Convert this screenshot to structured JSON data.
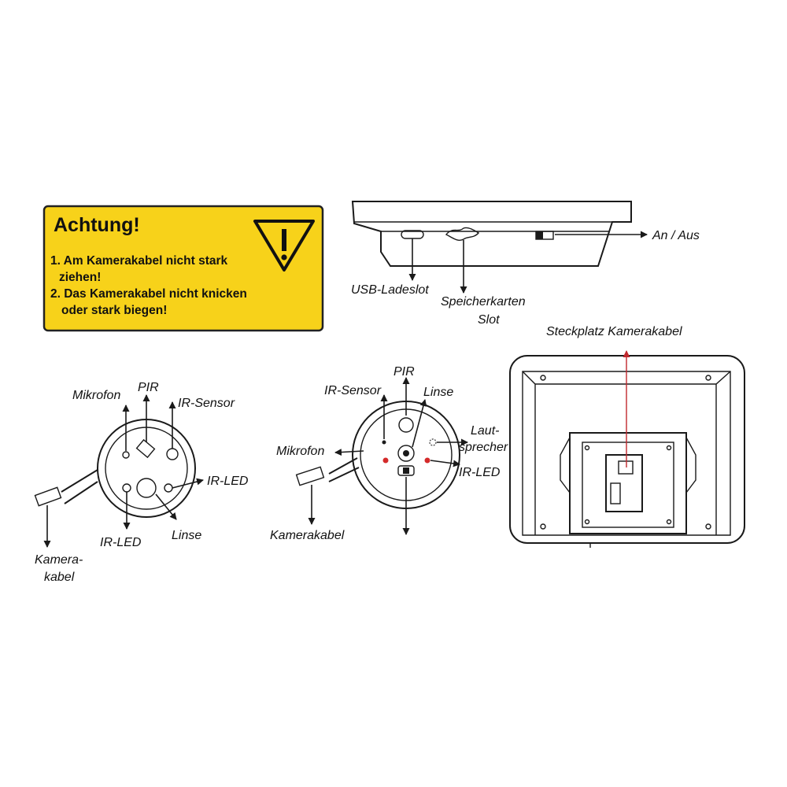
{
  "warning": {
    "title": "Achtung!",
    "line1a": "1. Am Kamerakabel nicht stark",
    "line1b": "ziehen!",
    "line2a": "2. Das Kamerakabel nicht knicken",
    "line2b": "oder stark biegen!",
    "bg_color": "#f7d21a"
  },
  "side_view": {
    "usb": "USB-Ladeslot",
    "card_a": "Speicherkarten",
    "card_b": "Slot",
    "power": "An / Aus"
  },
  "front_camera": {
    "mikrofon": "Mikrofon",
    "pir": "PIR",
    "ir_sensor": "IR-Sensor",
    "ir_led_right": "IR-LED",
    "ir_led_bottom": "IR-LED",
    "linse": "Linse",
    "cable_a": "Kamera-",
    "cable_b": "kabel"
  },
  "rear_camera": {
    "pir": "PIR",
    "ir_sensor": "IR-Sensor",
    "linse": "Linse",
    "laut_a": "Laut-",
    "laut_b": "sprecher",
    "ir_led": "IR-LED",
    "mikrofon": "Mikrofon",
    "kamerakabel": "Kamerakabel",
    "led_color": "#d42a2a"
  },
  "monitor_back": {
    "steckplatz": "Steckplatz Kamerakabel",
    "arrow_color": "#c0282d"
  }
}
